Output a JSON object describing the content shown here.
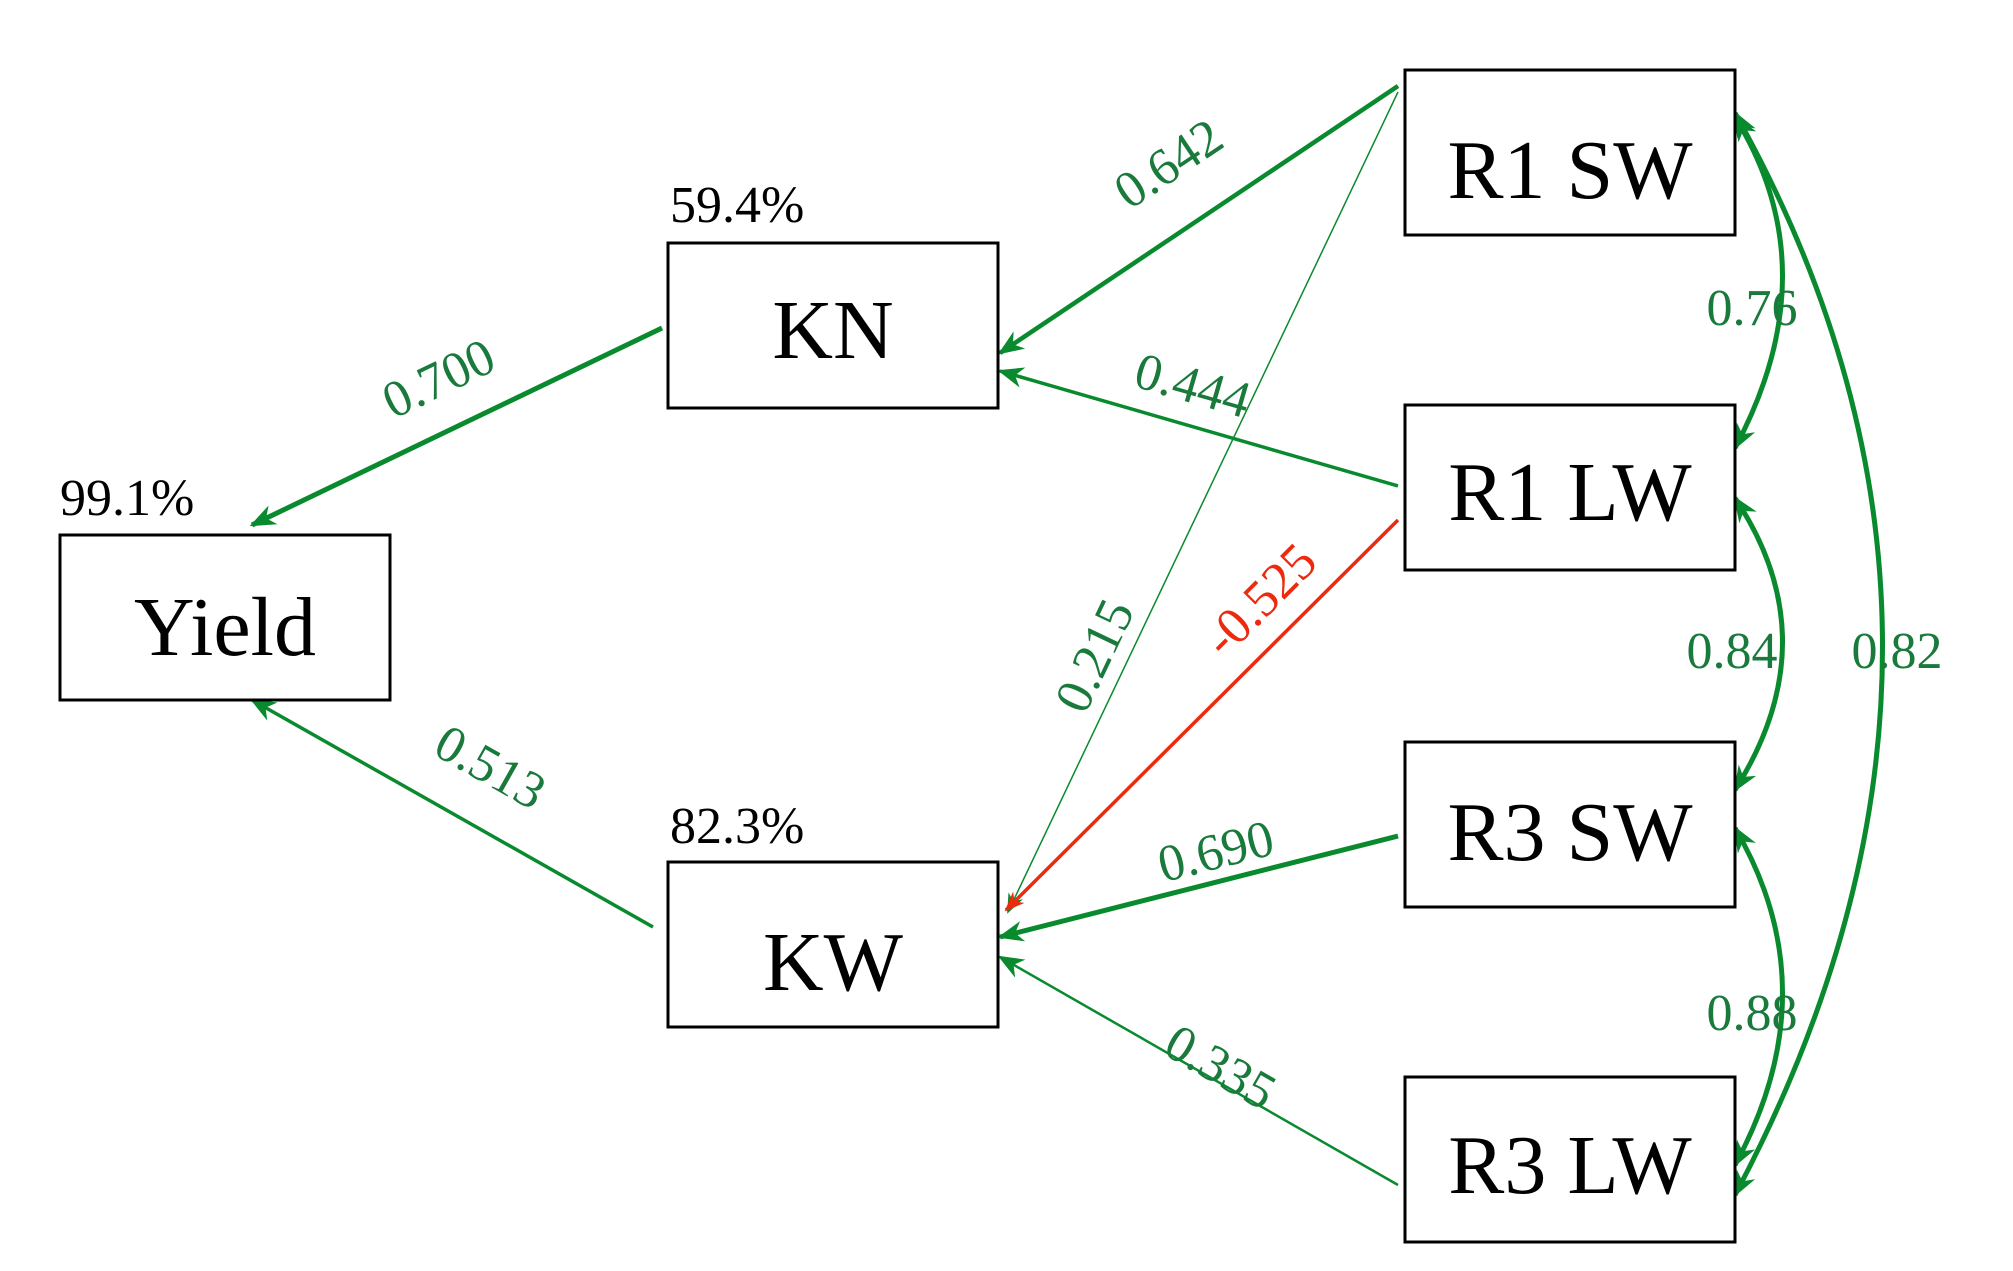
{
  "colors": {
    "positive": "#0a8a2e",
    "negative": "#ee2a0e",
    "label_positive": "#197a3c",
    "label_negative": "#ee2a0e"
  },
  "nodes": {
    "yield": {
      "label": "Yield",
      "r2": "99.1%"
    },
    "kn": {
      "label": "KN",
      "r2": "59.4%"
    },
    "kw": {
      "label": "KW",
      "r2": "82.3%"
    },
    "r1sw": {
      "label": "R1 SW"
    },
    "r1lw": {
      "label": "R1 LW"
    },
    "r3sw": {
      "label": "R3 SW"
    },
    "r3lw": {
      "label": "R3 LW"
    }
  },
  "paths": {
    "kn_yield": {
      "from": "KN",
      "to": "Yield",
      "coef": "0.700",
      "sign": "positive"
    },
    "kw_yield": {
      "from": "KW",
      "to": "Yield",
      "coef": "0.513",
      "sign": "positive"
    },
    "r1sw_kn": {
      "from": "R1 SW",
      "to": "KN",
      "coef": "0.642",
      "sign": "positive"
    },
    "r1lw_kn": {
      "from": "R1 LW",
      "to": "KN",
      "coef": "0.444",
      "sign": "positive"
    },
    "r1sw_kw": {
      "from": "R1 SW",
      "to": "KW",
      "coef": "0.215",
      "sign": "positive"
    },
    "r1lw_kw": {
      "from": "R1 LW",
      "to": "KW",
      "coef": "-0.525",
      "sign": "negative"
    },
    "r3sw_kw": {
      "from": "R3 SW",
      "to": "KW",
      "coef": "0.690",
      "sign": "positive"
    },
    "r3lw_kw": {
      "from": "R3 LW",
      "to": "KW",
      "coef": "0.335",
      "sign": "positive"
    }
  },
  "correlations": {
    "r1sw_r1lw": {
      "between": [
        "R1 SW",
        "R1 LW"
      ],
      "value": "0.76"
    },
    "r1lw_r3sw": {
      "between": [
        "R1 LW",
        "R3 SW"
      ],
      "value": "0.84"
    },
    "r3sw_r3lw": {
      "between": [
        "R3 SW",
        "R3 LW"
      ],
      "value": "0.88"
    },
    "r1sw_r3lw": {
      "between": [
        "R1 SW",
        "R3 LW"
      ],
      "value": "0.82"
    }
  }
}
